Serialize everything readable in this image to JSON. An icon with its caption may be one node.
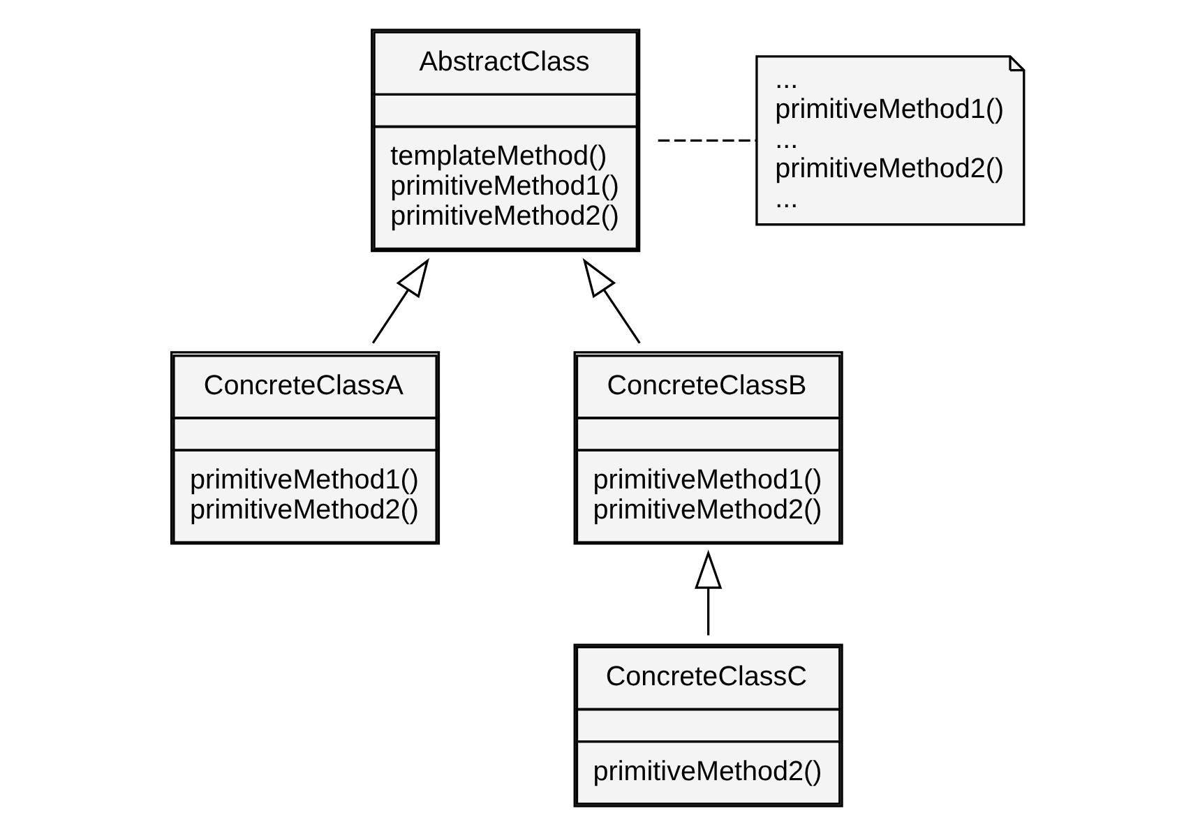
{
  "diagram": {
    "nodes": [
      {
        "text": [
          "AbstractClass",
          "templateMethod()",
          "primitiveMethod1()",
          "primitiveMethod2()"
        ]
      },
      {
        "text": [
          "...",
          "primitiveMethod1()",
          "...",
          "primitiveMethod2()",
          "..."
        ]
      },
      {
        "text": [
          "ConcreteClassA",
          "primitiveMethod1()",
          "primitiveMethod2()"
        ]
      },
      {
        "text": [
          "ConcreteClassB",
          "primitiveMethod1()",
          "primitiveMethod2()"
        ]
      },
      {
        "text": [
          "ConcreteClassC",
          "primitiveMethod2()"
        ]
      }
    ],
    "edges": [
      {
        "from": 0,
        "to": 1,
        "arrow": "none",
        "style": "dashed"
      },
      {
        "from": 2,
        "to": 0,
        "arrow": "to"
      },
      {
        "from": 3,
        "to": 0,
        "arrow": "to"
      },
      {
        "from": 4,
        "to": 3,
        "arrow": "to"
      }
    ]
  }
}
